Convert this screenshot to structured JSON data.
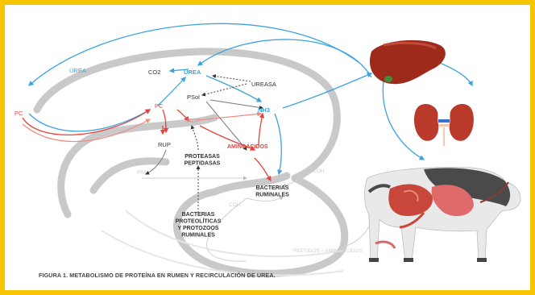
{
  "labels": {
    "urea_left": "UREA",
    "pc_left": "PC",
    "co2": "CO2",
    "urea_center": "UREA",
    "ureasa": "UREASA",
    "psol": "PSol",
    "pc_center": "PC",
    "nh3": "NH3",
    "rdp": "RDP",
    "aminoacidos": "AMINOÁCIDOS",
    "rup": "RUP",
    "proteasas": "PROTEASAS\nPEPTIDASAS",
    "bacterias_ruminales": "BACTERIAS\nRUMINALES",
    "pm": "PM",
    "coh_top": "COH",
    "coh_bottom": "COH",
    "bacterias_proteoliticas": "BACTERIAS\nPROTEOLÍTICAS\nY PROTOZOOS\nRUMINALES",
    "peptidos": "PEPTIDOS – AMINOÁCIDOS"
  },
  "caption": {
    "prefix": "FIGURA 1.",
    "text": "METABOLISMO DE PROTEÍNA EN RUMEN Y RECIRCULACIÓN DE UREA."
  },
  "colors": {
    "blue": "#3aa3e0",
    "red": "#e8413a",
    "pink": "#f08a7e",
    "gray": "#c9c9c9",
    "dark": "#333333",
    "faint": "#bdbdbd",
    "frame": "#f7c600"
  },
  "icons": [
    "liver-icon",
    "kidneys-icon",
    "cow-icon"
  ]
}
